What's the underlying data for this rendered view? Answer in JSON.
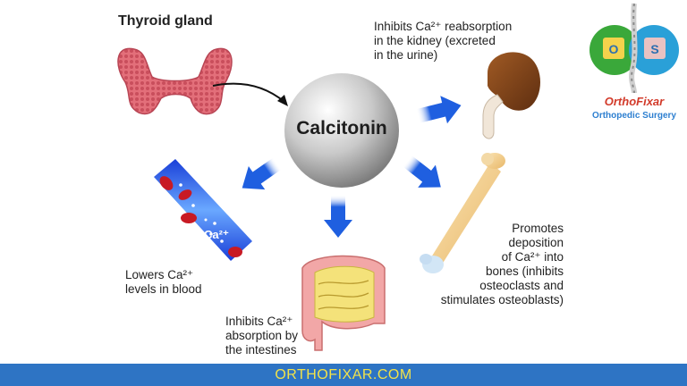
{
  "title": "Thyroid gland",
  "center": "Calcitonin",
  "effects": {
    "kidney": "Inhibits Ca²⁺ reabsorption\nin the kidney (excreted\nin the urine)",
    "blood": "Lowers Ca²⁺\nlevels in blood",
    "intestine": "Inhibits Ca²⁺\nabsorption by\nthe intestines",
    "bone": "Promotes\ndeposition\nof Ca²⁺ into\nbones (inhibits\nosteoclasts and\nstimulates osteoblasts)"
  },
  "vessel_label": "Ca²⁺",
  "logo": {
    "letter_left": "O",
    "letter_right": "S",
    "brand": "OrthoFixar",
    "tagline": "Orthopedic Surgery"
  },
  "footer": "ORTHOFIXAR.COM",
  "colors": {
    "arrow_blue": "#1f5fe0",
    "thyroid": "#e0707a",
    "kidney": "#8a4a1c",
    "bone": "#f2d29a",
    "footer_bg": "#2e74c4",
    "footer_text": "#f2e24a",
    "logo_green": "#3aa83a",
    "logo_blue": "#2aa0d8",
    "brand_red": "#d23a2a"
  }
}
